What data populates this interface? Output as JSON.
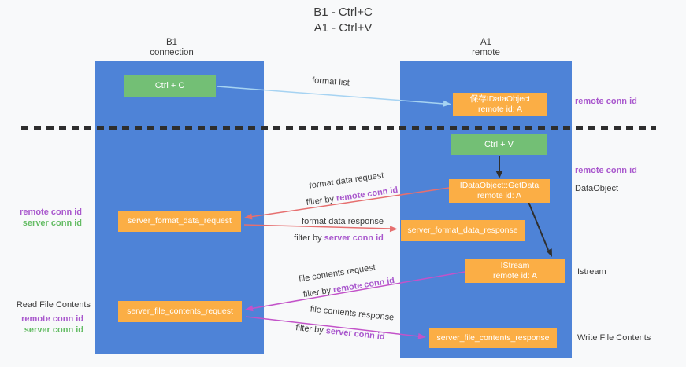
{
  "title": {
    "line1": "B1 - Ctrl+C",
    "line2": "A1 - Ctrl+V"
  },
  "lanes": {
    "left": {
      "name": "B1",
      "role": "connection"
    },
    "right": {
      "name": "A1",
      "role": "remote"
    }
  },
  "nodes": {
    "ctrl_c": {
      "label": "Ctrl + C"
    },
    "save_idataobject": {
      "line1": "保存IDataObject",
      "line2": "remote id: A"
    },
    "ctrl_v": {
      "label": "Ctrl + V"
    },
    "getdata": {
      "line1": "IDataObject::GetData",
      "line2": "remote id: A"
    },
    "format_request": {
      "label": "server_format_data_request"
    },
    "format_response": {
      "label": "server_format_data_response"
    },
    "istream": {
      "line1": "IStream",
      "line2": "remote id: A"
    },
    "file_request": {
      "label": "server_file_contents_request"
    },
    "file_response": {
      "label": "server_file_contents_response"
    }
  },
  "edge_labels": {
    "format_list": "format list",
    "format_data_request": "format data request",
    "filter_by_remote_1": {
      "prefix": "filter by ",
      "emph": "remote conn id"
    },
    "format_data_response": "format data response",
    "filter_by_server_1": {
      "prefix": "filter by ",
      "emph": "server conn id"
    },
    "file_contents_request": "file contents request",
    "filter_by_remote_2": {
      "prefix": "filter by ",
      "emph": "remote conn id"
    },
    "file_contents_response": "file contents response",
    "filter_by_server_2": {
      "prefix": "filter by ",
      "emph": "server conn id"
    }
  },
  "side_labels": {
    "remote_conn_id_right_top": "remote conn id",
    "remote_conn_id_right_mid": "remote conn id",
    "dataobject": "DataObject",
    "istream": "Istream",
    "write_file_contents": "Write File Contents",
    "read_file_contents": "Read File Contents",
    "left_top": {
      "remote": "remote conn id",
      "server": "server conn id"
    },
    "left_bottom": {
      "remote": "remote conn id",
      "server": "server conn id"
    }
  },
  "colors": {
    "background": "#f8f9fa",
    "lane_blue": "#4e83d7",
    "green_box": "#73bf75",
    "orange_box": "#fbae45",
    "purple_text": "#a958cd",
    "green_text": "#64bc64",
    "dark_text": "#3c3c3c",
    "red_arrow": "#e66f6f",
    "magenta_arrow": "#c353c9",
    "light_blue_arrow": "#a6d3f2",
    "black_arrow": "#2f2f2f",
    "dashed_line": "#2e2e2e",
    "box_text": "#ffffff"
  }
}
